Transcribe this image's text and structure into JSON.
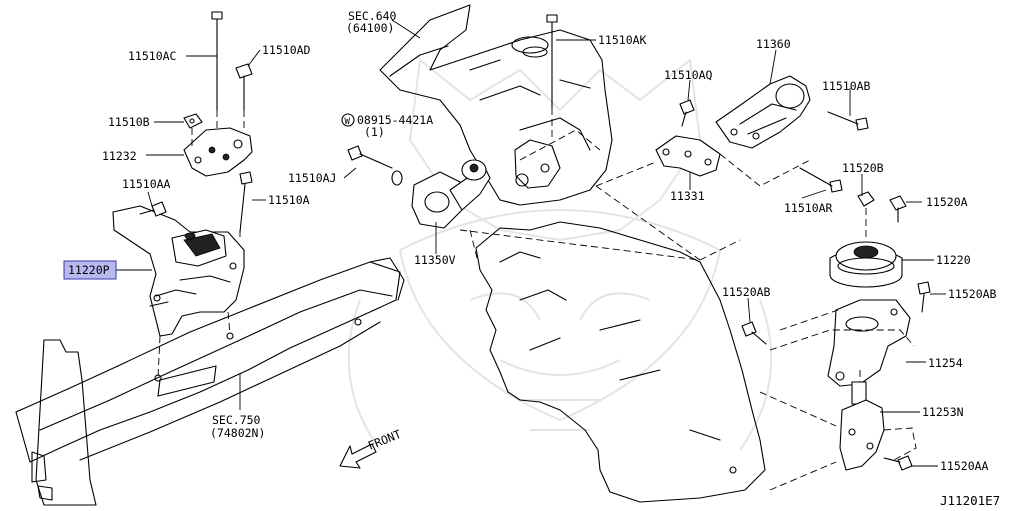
{
  "diagram": {
    "code": "J11201E7",
    "front_label": "FRONT",
    "highlight": {
      "label": "11220P",
      "fill": "#b9b9f0",
      "stroke": "#3a3aa8"
    },
    "callouts": [
      {
        "id": "sec640",
        "label": "SEC.640",
        "sub": "(64100)"
      },
      {
        "id": "p11510ak",
        "label": "11510AK"
      },
      {
        "id": "p11360",
        "label": "11360"
      },
      {
        "id": "p11510ac",
        "label": "11510AC"
      },
      {
        "id": "p11510ad",
        "label": "11510AD"
      },
      {
        "id": "p11510aq",
        "label": "11510AQ"
      },
      {
        "id": "p11510ab",
        "label": "11510AB"
      },
      {
        "id": "p11510b",
        "label": "11510B"
      },
      {
        "id": "w08915",
        "label": "08915-4421A",
        "sub": "(1)",
        "marker": "W"
      },
      {
        "id": "p11232",
        "label": "11232"
      },
      {
        "id": "p11331",
        "label": "11331"
      },
      {
        "id": "p11520b",
        "label": "11520B"
      },
      {
        "id": "p11510aj",
        "label": "11510AJ"
      },
      {
        "id": "p11510aa",
        "label": "11510AA"
      },
      {
        "id": "p11510ar",
        "label": "11510AR"
      },
      {
        "id": "p11520a",
        "label": "11520A"
      },
      {
        "id": "p11510a",
        "label": "11510A"
      },
      {
        "id": "p11350v",
        "label": "11350V"
      },
      {
        "id": "p11220",
        "label": "11220"
      },
      {
        "id": "p11520ab_l",
        "label": "11520AB"
      },
      {
        "id": "p11520ab_r",
        "label": "11520AB"
      },
      {
        "id": "p11254",
        "label": "11254"
      },
      {
        "id": "sec750",
        "label": "SEC.750",
        "sub": "(74802N)"
      },
      {
        "id": "p11253n",
        "label": "11253N"
      },
      {
        "id": "p11520aa",
        "label": "11520AA"
      }
    ]
  }
}
